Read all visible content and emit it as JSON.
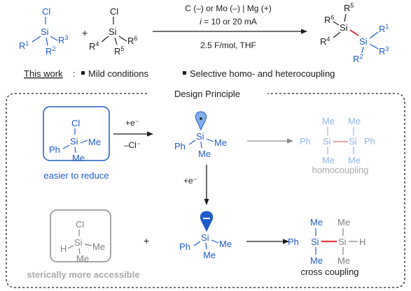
{
  "colors": {
    "black": "#1a1a1a",
    "blue": "#1e5bc6",
    "lightblue": "#8fb3e6",
    "gray": "#7f7f7f",
    "lightgray": "#a8a8a8",
    "red": "#e0383b",
    "pink": "#f2a0a8"
  },
  "reaction": {
    "r1": {
      "cl": "Cl",
      "si": "Si",
      "r1": "R",
      "r1_sub": "1",
      "r2": "R",
      "r2_sub": "2",
      "r3": "R",
      "r3_sub": "3"
    },
    "plus": "+",
    "r2c": {
      "cl": "Cl",
      "si": "Si",
      "r4": "R",
      "r4_sub": "4",
      "r5": "R",
      "r5_sub": "5",
      "r6": "R",
      "r6_sub": "6"
    },
    "conditions_top": "C (–) or Mo (–) | Mg (+)",
    "conditions_mid_i": "i",
    "conditions_mid_rest": " = 10 or 20 mA",
    "conditions_bottom": "2.5 F/mol, THF",
    "product": {
      "r5": "R",
      "r5_sub": "5",
      "r6": "R",
      "r6_sub": "6",
      "r4": "R",
      "r4_sub": "4",
      "si_left": "Si",
      "si_right": "Si",
      "r1": "R",
      "r1_sub": "1",
      "r2": "R",
      "r2_sub": "2",
      "r3": "R",
      "r3_sub": "3"
    }
  },
  "this_work": {
    "label": "This work",
    "colon": ":",
    "bullet1": "Mild conditions",
    "bullet2": "Selective homo- and heterocoupling"
  },
  "design": {
    "title": "Design Principle",
    "box1": {
      "cl": "Cl",
      "si": "Si",
      "ph": "Ph",
      "me1": "Me",
      "me2": "Me",
      "caption": "easier to reduce"
    },
    "arrow1_top": "+e⁻",
    "arrow1_bottom": "–Cl⁻",
    "radical": {
      "si": "Si",
      "ph": "Ph",
      "me1": "Me",
      "me2": "Me"
    },
    "homo": {
      "me1": "Me",
      "me2": "Me",
      "ph_left": "Ph",
      "si_left": "Si",
      "si_right": "Si",
      "ph_right": "Ph",
      "me3": "Me",
      "me4": "Me",
      "caption": "homocoupling"
    },
    "arrow_down_label": "+e⁻",
    "box2": {
      "cl": "Cl",
      "si": "Si",
      "h": "H",
      "me1": "Me",
      "me2": "Me",
      "caption": "sterically more accessible"
    },
    "plus": "+",
    "anion": {
      "si": "Si",
      "ph": "Ph",
      "me1": "Me",
      "me2": "Me"
    },
    "cross": {
      "me1": "Me",
      "me2": "Me",
      "ph": "Ph",
      "si_left": "Si",
      "si_right": "Si",
      "h": "H",
      "me3": "Me",
      "me4": "Me",
      "caption": "cross coupling"
    }
  }
}
